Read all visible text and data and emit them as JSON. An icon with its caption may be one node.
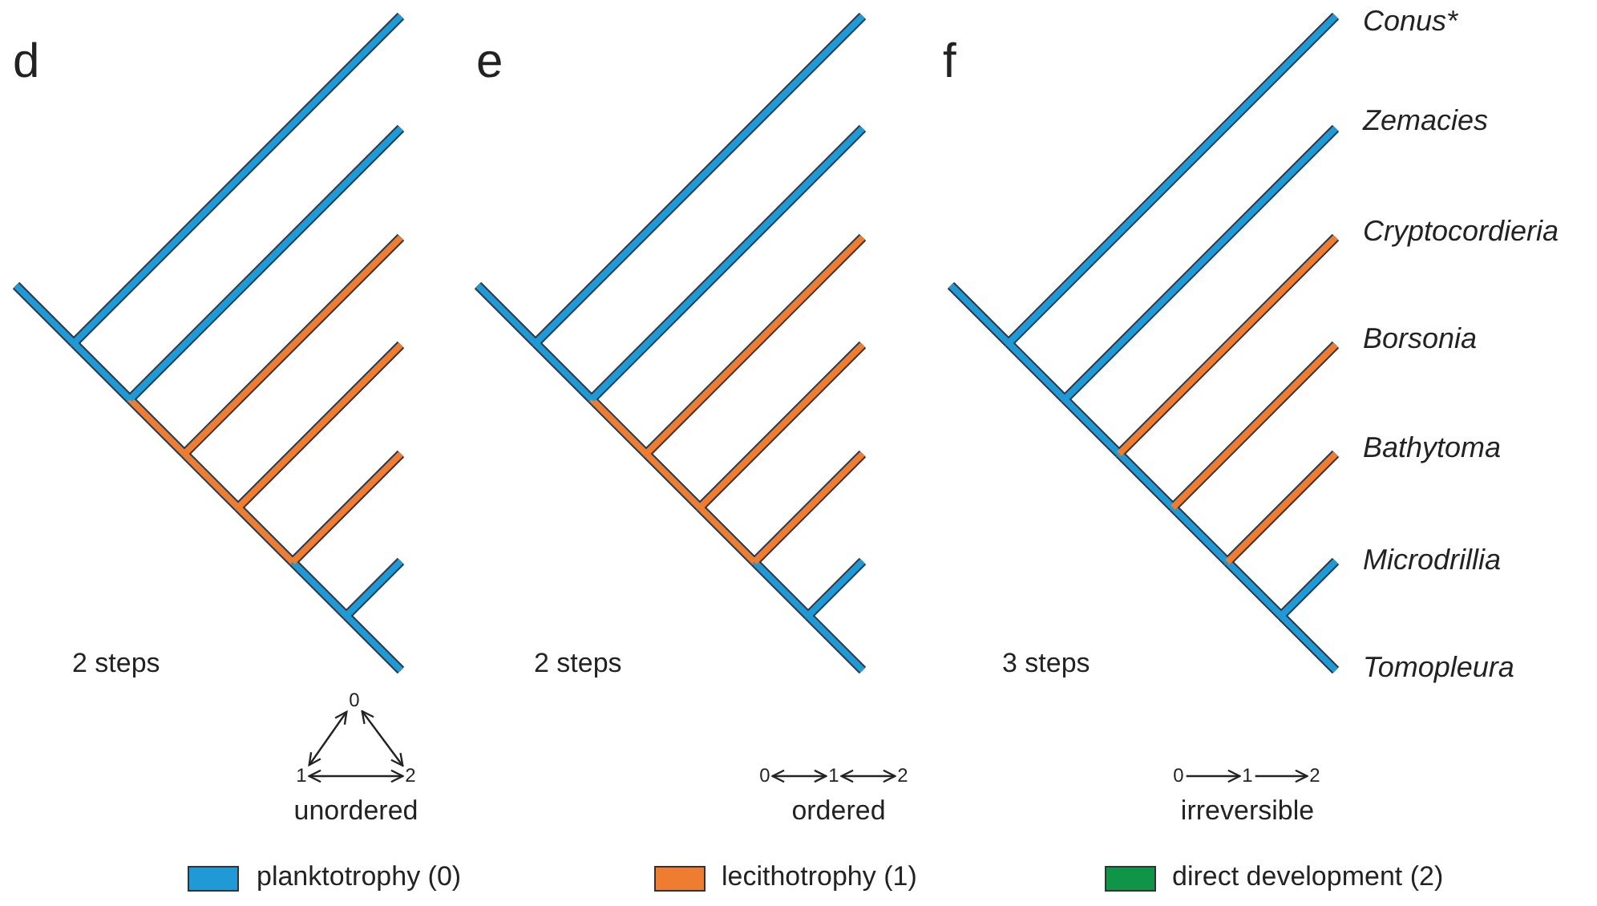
{
  "diagram": {
    "nodes": [
      {
        "text": [
          "0"
        ]
      },
      {
        "text": [
          "1"
        ]
      },
      {
        "text": [
          "2"
        ]
      },
      {
        "text": [
          "0"
        ]
      },
      {
        "text": [
          "1"
        ]
      },
      {
        "text": [
          "2"
        ]
      },
      {
        "text": [
          "0"
        ]
      },
      {
        "text": [
          "1"
        ]
      },
      {
        "text": [
          "2"
        ]
      }
    ],
    "edges": [
      {
        "from": 0,
        "to": 1,
        "arrow": "both"
      },
      {
        "from": 0,
        "to": 2,
        "arrow": "both"
      },
      {
        "from": 1,
        "to": 2,
        "arrow": "both"
      },
      {
        "from": 3,
        "to": 4,
        "arrow": "both"
      },
      {
        "from": 4,
        "to": 5,
        "arrow": "both"
      },
      {
        "from": 6,
        "to": 7,
        "arrow": "to"
      },
      {
        "from": 7,
        "to": 8,
        "arrow": "to"
      }
    ],
    "labels": [
      "d",
      "e",
      "f",
      "Conus*",
      "Zemacies",
      "Cryptocordieria",
      "Borsonia",
      "Bathytoma",
      "Microdrillia",
      "2 steps",
      "2 steps",
      "3 steps",
      "Tomopleura",
      "unordered",
      "ordered",
      "irreversible"
    ],
    "legend": [
      {
        "text": "planktotrophy (0)",
        "color": "#1f9ad6"
      },
      {
        "text": "lecithotrophy (1)",
        "color": "#ee7d31"
      },
      {
        "text": "direct development (2)",
        "color": "#109447"
      }
    ]
  }
}
